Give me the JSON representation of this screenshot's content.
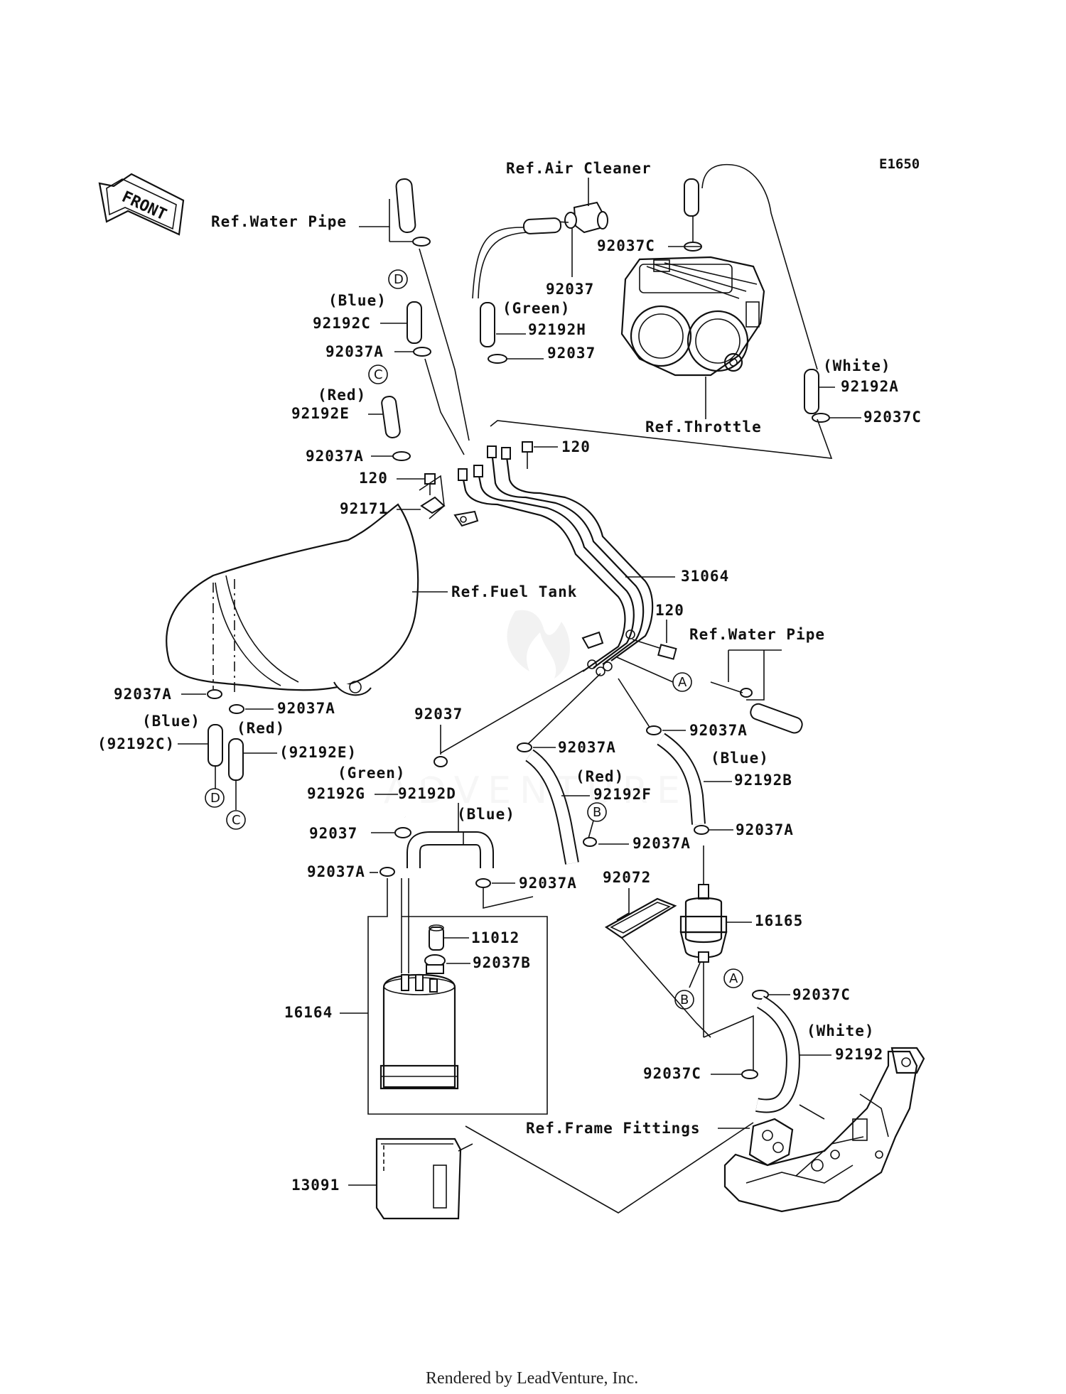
{
  "diagram_code": "E1650",
  "front_label": "FRONT",
  "footer": "Rendered by LeadVenture, Inc.",
  "watermark": "ADVENTURE",
  "reference_labels": {
    "air_cleaner": "Ref.Air Cleaner",
    "water_pipe_top": "Ref.Water Pipe",
    "throttle": "Ref.Throttle",
    "fuel_tank": "Ref.Fuel Tank",
    "water_pipe_mid": "Ref.Water Pipe",
    "frame_fittings": "Ref.Frame Fittings"
  },
  "color_notes": {
    "blue_top": "(Blue)",
    "red_top": "(Red)",
    "green_top": "(Green)",
    "white_top": "(White)",
    "blue_left": "(Blue)",
    "red_left": "(Red)",
    "green_mid": "(Green)",
    "blue_mid": "(Blue)",
    "red_mid": "(Red)",
    "blue_right": "(Blue)",
    "white_bottom": "(White)"
  },
  "part_numbers": {
    "p92037C_top": "92037C",
    "p92037_aircleaner": "92037",
    "p92192C": "92192C",
    "p92037A_1": "92037A",
    "p92192H": "92192H",
    "p92037_green": "92037",
    "p92192A": "92192A",
    "p92037C_white": "92037C",
    "p92192E": "92192E",
    "p92037A_2": "92037A",
    "p120_a": "120",
    "p120_b": "120",
    "p92171": "92171",
    "p31064": "31064",
    "p120_c": "120",
    "p92037A_left": "92037A",
    "p92037A_left2": "92037A",
    "p92192C_paren": "(92192C)",
    "p92192E_paren": "(92192E)",
    "p92037_mid": "92037",
    "p92037A_mid": "92037A",
    "p92037A_right": "92037A",
    "p92192G": "92192G",
    "p92192D": "92192D",
    "p92192F": "92192F",
    "p92192B": "92192B",
    "p92037_low": "92037",
    "p92037A_low1": "92037A",
    "p92037A_low2": "92037A",
    "p92037A_low3": "92037A",
    "p92037A_low4": "92037A",
    "p92072": "92072",
    "p16165": "16165",
    "p11012": "11012",
    "p92037B": "92037B",
    "p16164": "16164",
    "p92037C_low": "92037C",
    "p92192": "92192",
    "p92037C_low2": "92037C",
    "p13091": "13091"
  },
  "circle_refs": {
    "D_top": "D",
    "C_top": "C",
    "D_bottom": "D",
    "C_bottom": "C",
    "A_mid": "A",
    "B_mid": "B",
    "B_low": "B",
    "A_low": "A"
  }
}
